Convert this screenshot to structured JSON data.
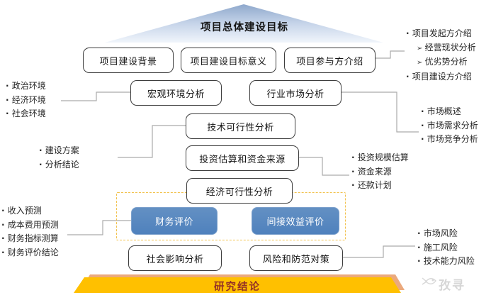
{
  "pyramid": {
    "label": "项目总体建设目标"
  },
  "boxes": {
    "background": "项目建设背景",
    "goal_meaning": "项目建设目标意义",
    "participants": "项目参与方介绍",
    "macro_env": "宏观环境分析",
    "industry_market": "行业市场分析",
    "tech_feasibility": "技术可行性分析",
    "investment_funding": "投资估算和资金来源",
    "economic_feasibility": "经济可行性分析",
    "financial_eval": "财务评价",
    "indirect_benefit_eval": "间接效益评价",
    "social_impact": "社会影响分析",
    "risk_countermeasures": "风险和防范对策"
  },
  "lists": {
    "env": [
      "政治环境",
      "经济环境",
      "社会环境"
    ],
    "participants_detail": [
      "项目发起方介绍",
      "经营现状分析",
      "优劣势分析",
      "项目建设方介绍"
    ],
    "market": [
      "市场概述",
      "市场需求分析",
      "市场竞争分析"
    ],
    "tech": [
      "建设方案",
      "分析结论"
    ],
    "investment": [
      "投资规模估算",
      "资金来源",
      "还款计划"
    ],
    "finance": [
      "收入预测",
      "成本费用预测",
      "财务指标测算",
      "财务评价结论"
    ],
    "risk": [
      "市场风险",
      "施工风险",
      "技术能力风险"
    ]
  },
  "banner": {
    "label": "研究结论"
  },
  "watermark": {
    "label": "孜寻"
  },
  "colors": {
    "accent_blue": "#4f81bd",
    "pyramid_blue_top": "#93abce",
    "pyramid_blue_bottom": "#eff4fa",
    "dashed_border": "#f2c24e",
    "banner_gold": "#ffc000",
    "banner_shadow": "#eba97d",
    "banner_text": "#943126",
    "connector_gray": "#ababab"
  }
}
